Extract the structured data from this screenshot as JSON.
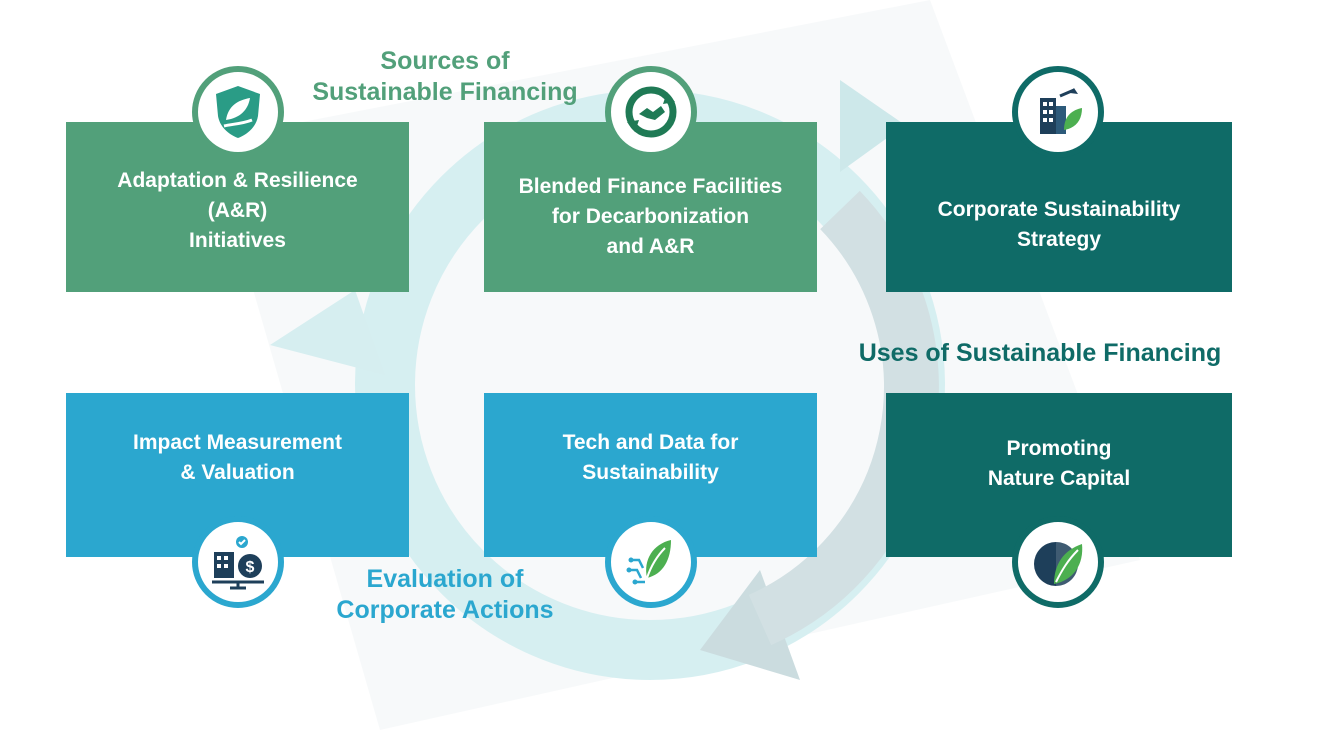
{
  "section_labels": {
    "sources": "Sources of\nSustainable Financing",
    "uses": "Uses of Sustainable Financing",
    "evaluation": "Evaluation of\nCorporate Actions"
  },
  "boxes": [
    {
      "text": "Adaptation & Resilience\n(A&R)\nInitiatives",
      "icon": "shield-leaf-icon",
      "group": "sources",
      "color": "#52a07a"
    },
    {
      "text": "Blended Finance Facilities\nfor Decarbonization\nand A&R",
      "icon": "handshake-cycle-icon",
      "group": "sources",
      "color": "#52a07a"
    },
    {
      "text": "Corporate Sustainability\nStrategy",
      "icon": "building-leaf-icon",
      "group": "uses",
      "color": "#0f6b67"
    },
    {
      "text": "Impact Measurement\n& Valuation",
      "icon": "scale-dollar-icon",
      "group": "evaluation",
      "color": "#2ba7cf"
    },
    {
      "text": "Tech and Data for\nSustainability",
      "icon": "circuit-leaf-icon",
      "group": "evaluation",
      "color": "#2ba7cf"
    },
    {
      "text": "Promoting\nNature Capital",
      "icon": "globe-leaf-icon",
      "group": "uses",
      "color": "#0f6b67"
    }
  ],
  "colors": {
    "sources": "#52a07a",
    "uses": "#0f6b67",
    "evaluation": "#2ba7cf",
    "cycle_arrow_light": "#cdecef",
    "cycle_arrow_grey": "#cfdfe2"
  }
}
